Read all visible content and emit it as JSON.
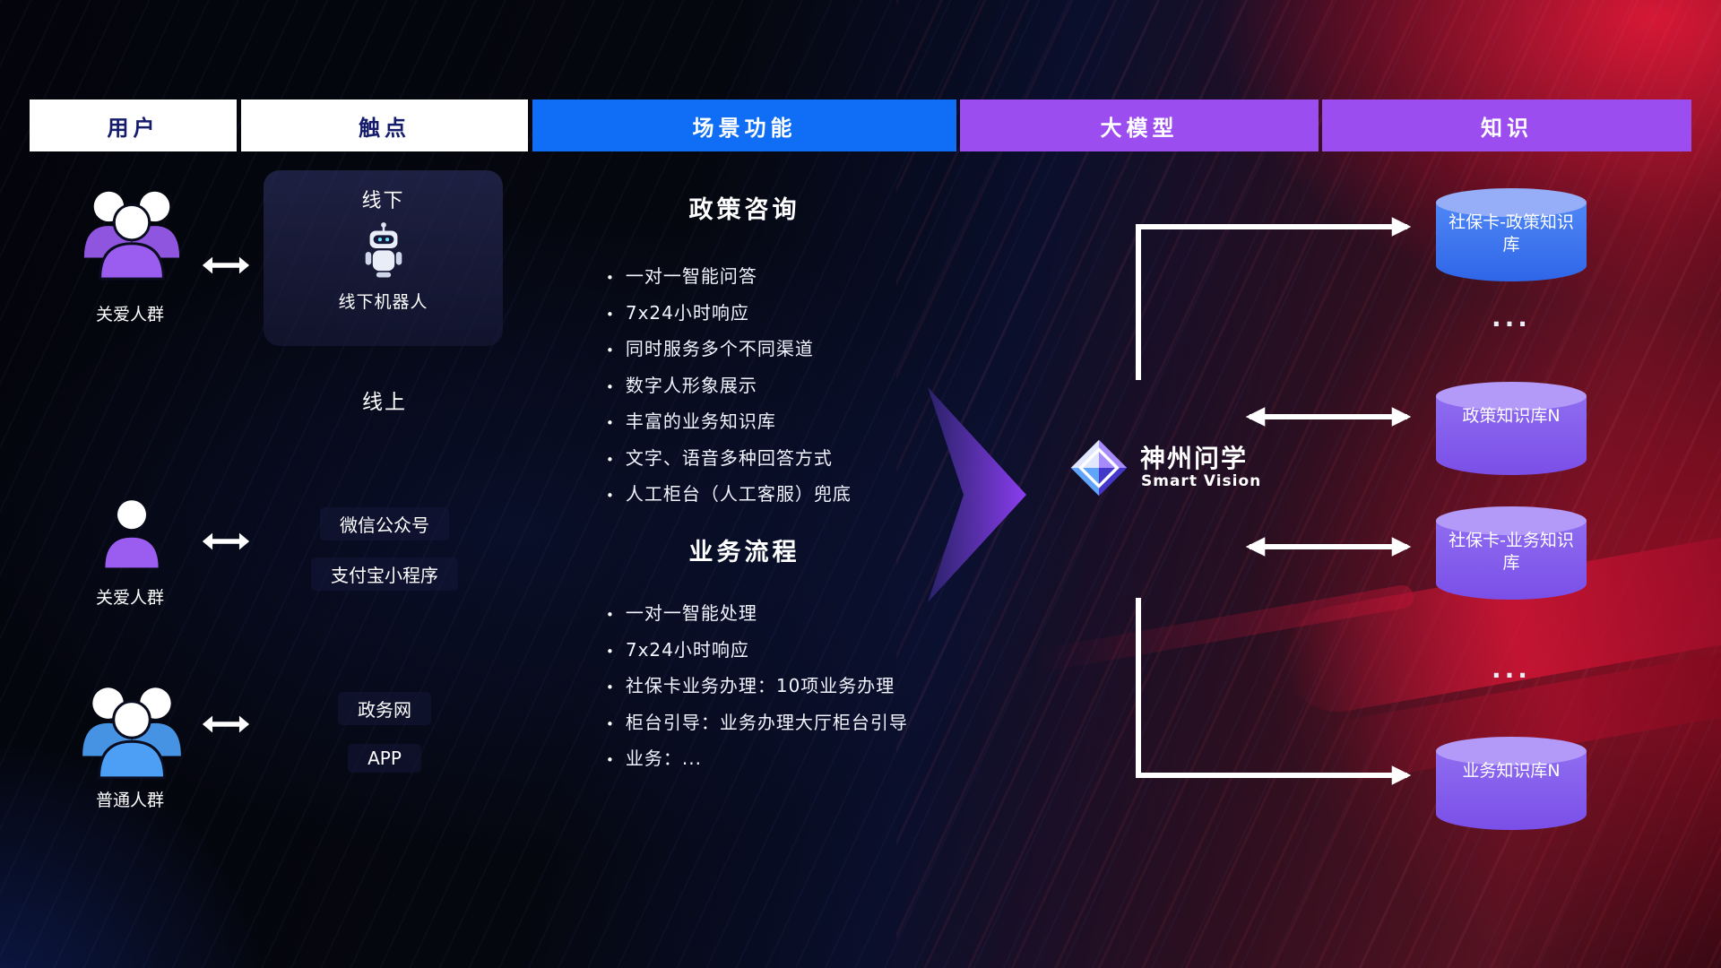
{
  "header": {
    "columns": [
      {
        "label": "用户"
      },
      {
        "label": "触点"
      },
      {
        "label": "场景功能"
      },
      {
        "label": "大模型"
      },
      {
        "label": "知识"
      }
    ]
  },
  "users": [
    {
      "label": "关爱人群",
      "icon": "people-group-icon",
      "color": "#9b5cf0"
    },
    {
      "label": "关爱人群",
      "icon": "person-icon",
      "color": "#9b5cf0"
    },
    {
      "label": "普通人群",
      "icon": "people-group-icon",
      "color": "#4d9ff5"
    }
  ],
  "touchpoints": {
    "offline": {
      "title": "线下",
      "robot_icon": "robot-icon",
      "robot_label": "线下机器人"
    },
    "online_title": "线上",
    "channels": [
      {
        "label": "微信公众号"
      },
      {
        "label": "支付宝小程序"
      },
      {
        "label": "政务网"
      },
      {
        "label": "APP"
      }
    ]
  },
  "scenarios": [
    {
      "title": "政策咨询",
      "items": [
        "一对一智能问答",
        "7x24小时响应",
        "同时服务多个不同渠道",
        "数字人形象展示",
        "丰富的业务知识库",
        "文字、语音多种回答方式",
        "人工柜台（人工客服）兜底"
      ]
    },
    {
      "title": "业务流程",
      "items": [
        "一对一智能处理",
        "7x24小时响应",
        "社保卡业务办理：10项业务办理",
        "柜台引导：业务办理大厅柜台引导",
        "业务：..."
      ]
    }
  ],
  "model": {
    "name": "神州问学",
    "subtitle": "Smart Vision",
    "logo": "diamond-logo-icon"
  },
  "knowledge": {
    "ellipsis": "...",
    "databases": [
      {
        "label": "社保卡-政策知识库",
        "color": "#2f66e8"
      },
      {
        "label": "政策知识库N",
        "color": "#7a4fe8"
      },
      {
        "label": "社保卡-业务知识库",
        "color": "#7a4fe8"
      },
      {
        "label": "业务知识库N",
        "color": "#7a4fe8"
      }
    ]
  },
  "colors": {
    "header_blue": "#0f6ef5",
    "header_purple": "#9b4df0",
    "header_text_dark": "#141b6b",
    "connector_white": "#ffffff",
    "big_arrow_purple": "#8b3df0"
  }
}
